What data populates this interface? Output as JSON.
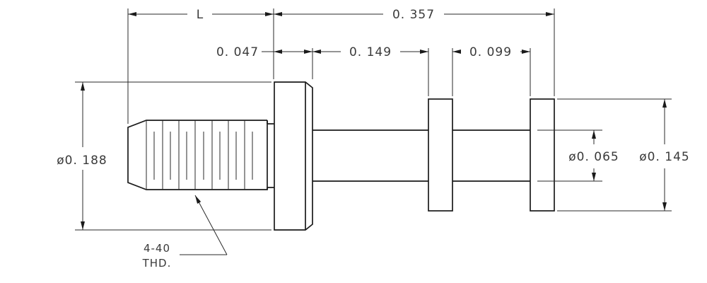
{
  "dimensions": {
    "thread_length": "L",
    "overall_length": "0. 357",
    "flange_thickness": "0. 047",
    "first_groove_width": "0. 149",
    "second_groove_width": "0. 099",
    "flange_diameter": "ø0. 188",
    "shaft_diameter": "ø0. 065",
    "collar_diameter": "ø0. 145"
  },
  "thread_callout": {
    "size": "4-40",
    "type": "THD."
  }
}
